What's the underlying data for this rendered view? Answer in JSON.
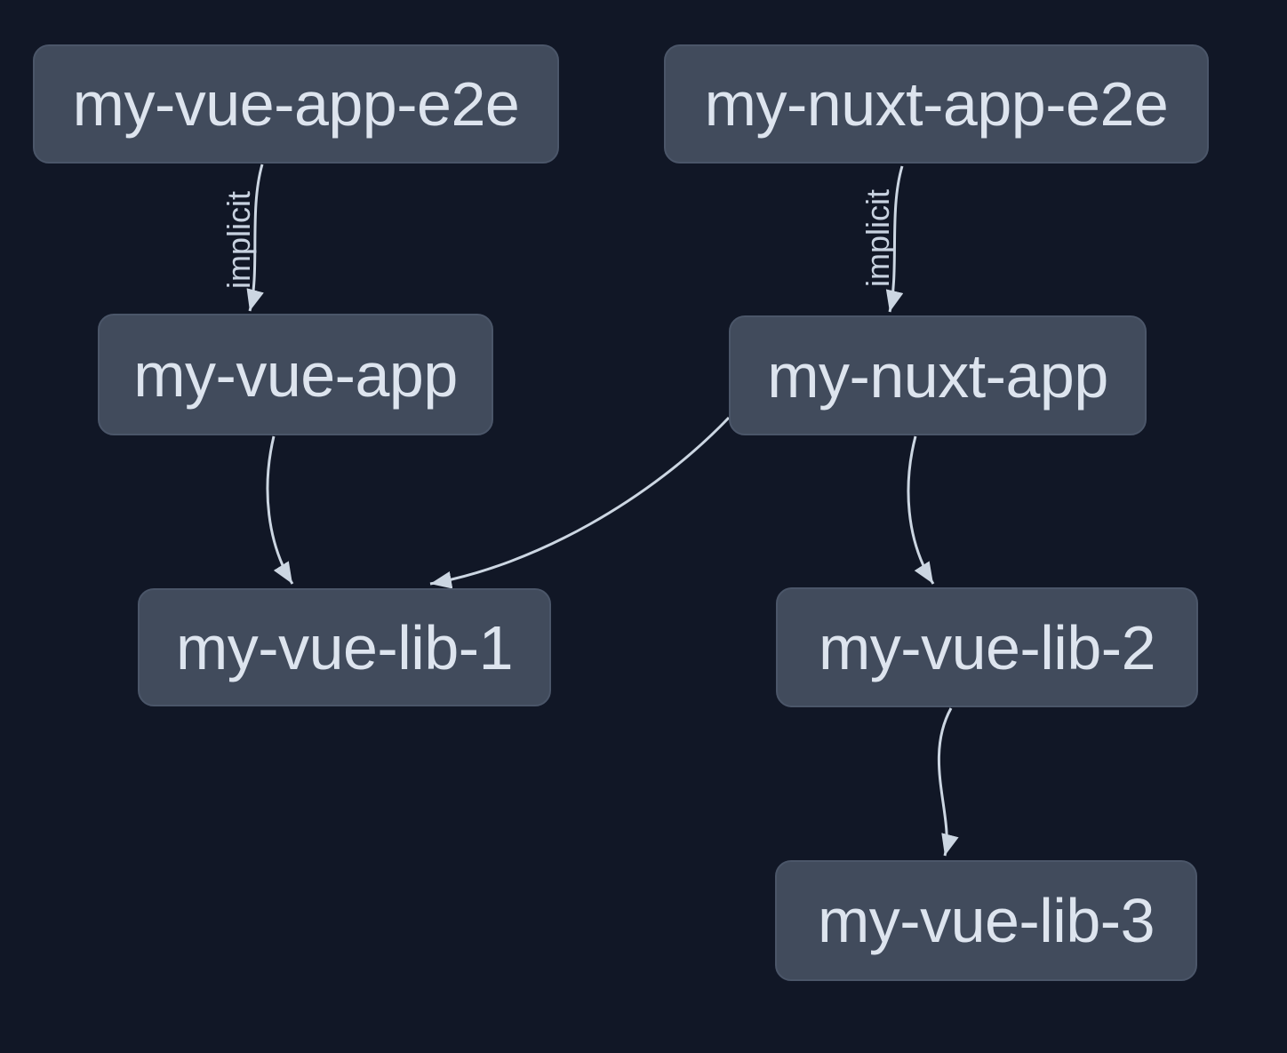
{
  "graph": {
    "nodes": [
      {
        "id": "my-vue-app-e2e",
        "label": "my-vue-app-e2e"
      },
      {
        "id": "my-nuxt-app-e2e",
        "label": "my-nuxt-app-e2e"
      },
      {
        "id": "my-vue-app",
        "label": "my-vue-app"
      },
      {
        "id": "my-nuxt-app",
        "label": "my-nuxt-app"
      },
      {
        "id": "my-vue-lib-1",
        "label": "my-vue-lib-1"
      },
      {
        "id": "my-vue-lib-2",
        "label": "my-vue-lib-2"
      },
      {
        "id": "my-vue-lib-3",
        "label": "my-vue-lib-3"
      }
    ],
    "edges": [
      {
        "source": "my-vue-app-e2e",
        "target": "my-vue-app",
        "label": "implicit"
      },
      {
        "source": "my-nuxt-app-e2e",
        "target": "my-nuxt-app",
        "label": "implicit"
      },
      {
        "source": "my-vue-app",
        "target": "my-vue-lib-1",
        "label": ""
      },
      {
        "source": "my-nuxt-app",
        "target": "my-vue-lib-1",
        "label": ""
      },
      {
        "source": "my-nuxt-app",
        "target": "my-vue-lib-2",
        "label": ""
      },
      {
        "source": "my-vue-lib-2",
        "target": "my-vue-lib-3",
        "label": ""
      }
    ],
    "colors": {
      "background": "#111726",
      "node_fill": "#414b5c",
      "node_border": "#4b5669",
      "node_text": "#dde4ee",
      "edge": "#ccd6e2"
    }
  }
}
